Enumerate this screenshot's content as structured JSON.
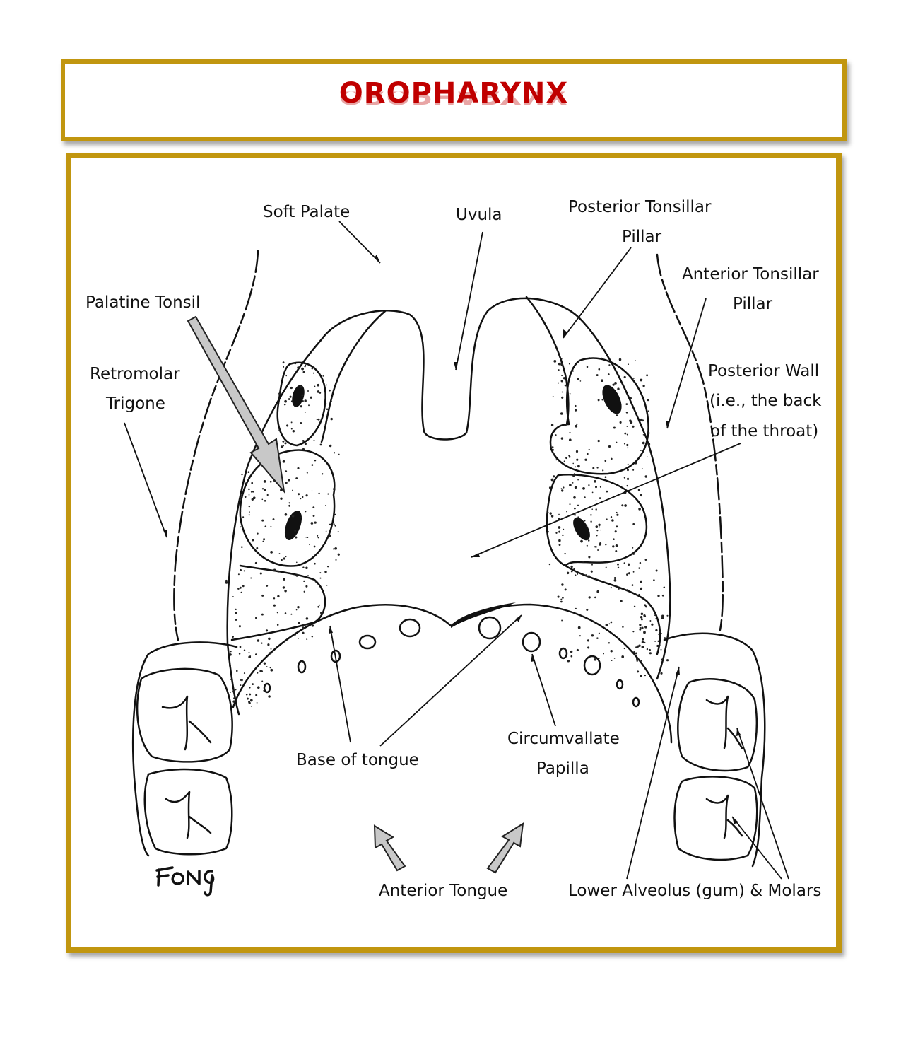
{
  "header": {
    "title": "OROPHARYNX"
  },
  "colors": {
    "frame": "#c1960f",
    "title": "#c00000",
    "arrow_fill": "#c8c8c8"
  },
  "labels": {
    "soft_palate": "Soft Palate",
    "uvula": "Uvula",
    "posterior_tonsillar_1": "Posterior Tonsillar",
    "posterior_tonsillar_2": "Pillar",
    "anterior_tonsillar_1": "Anterior Tonsillar",
    "anterior_tonsillar_2": "Pillar",
    "palatine_tonsil": "Palatine Tonsil",
    "retromolar_1": "Retromolar",
    "retromolar_2": "Trigone",
    "posterior_wall_1": "Posterior Wall",
    "posterior_wall_2": "(i.e., the back",
    "posterior_wall_3": "of the throat)",
    "base_of_tongue": "Base of tongue",
    "circumvallate_1": "Circumvallate",
    "circumvallate_2": "Papilla",
    "anterior_tongue": "Anterior Tongue",
    "lower_alveolus": "Lower Alveolus (gum) & Molars"
  },
  "signature": "FONG"
}
